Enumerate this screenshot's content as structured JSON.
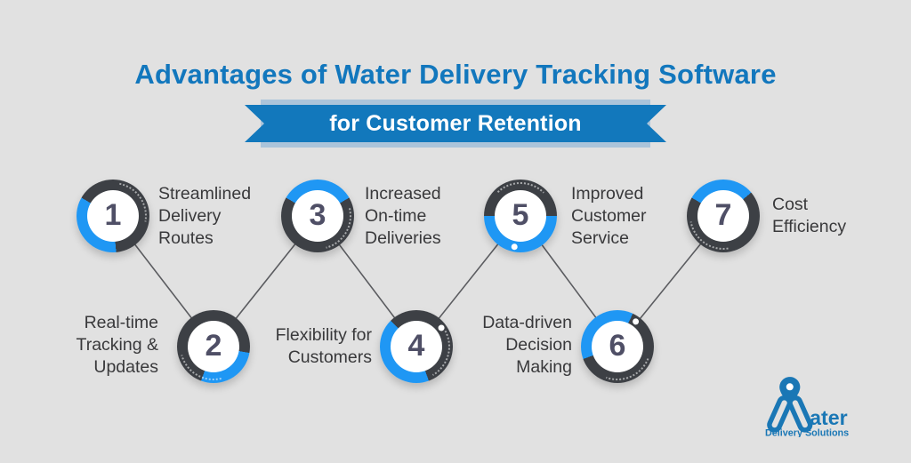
{
  "title": {
    "text": "Advantages of Water Delivery Tracking Software"
  },
  "banner": {
    "text": "for Customer Retention"
  },
  "items": [
    {
      "number": "1",
      "label": "Streamlined\nDelivery\nRoutes",
      "position": "top",
      "accent_arc": {
        "from": 175,
        "sweep": 125
      },
      "dash_angle": 55,
      "dot_angle": null
    },
    {
      "number": "2",
      "label": "Real-time\nTracking &\nUpdates",
      "position": "bottom",
      "accent_arc": {
        "from": 100,
        "sweep": 100
      },
      "dash_angle": 210,
      "dot_angle": null
    },
    {
      "number": "3",
      "label": "Increased\nOn-time\nDeliveries",
      "position": "top",
      "accent_arc": {
        "from": 300,
        "sweep": 120
      },
      "dash_angle": 120,
      "dot_angle": null
    },
    {
      "number": "4",
      "label": "Flexibility for\nCustomers",
      "position": "bottom",
      "accent_arc": {
        "from": 160,
        "sweep": 155
      },
      "dash_angle": 105,
      "dot_angle": 52
    },
    {
      "number": "5",
      "label": "Improved\nCustomer\nService",
      "position": "top",
      "accent_arc": {
        "from": 90,
        "sweep": 180
      },
      "dash_angle": 0,
      "dot_angle": 192
    },
    {
      "number": "6",
      "label": "Data-driven\nDecision\nMaking",
      "position": "bottom",
      "accent_arc": {
        "from": 250,
        "sweep": 135
      },
      "dash_angle": 155,
      "dot_angle": 35
    },
    {
      "number": "7",
      "label": "Cost\nEfficiency",
      "position": "top",
      "accent_arc": {
        "from": 300,
        "sweep": 110
      },
      "dash_angle": 215,
      "dot_angle": null
    }
  ],
  "logo": {
    "brand_rest": "ater",
    "tagline": "Delivery Solutions"
  },
  "colors": {
    "background": "#e1e1e1",
    "title_blue": "#1277bd",
    "ribbon_blue": "#1278bc",
    "ribbon_echo": "#abc4da",
    "ring_dark": "#3d4045",
    "ring_accent": "#1f97f4",
    "number": "#4f4f66",
    "label_text": "#39393b",
    "connector": "#5b5c60",
    "logo_blue": "#1a77b5"
  }
}
